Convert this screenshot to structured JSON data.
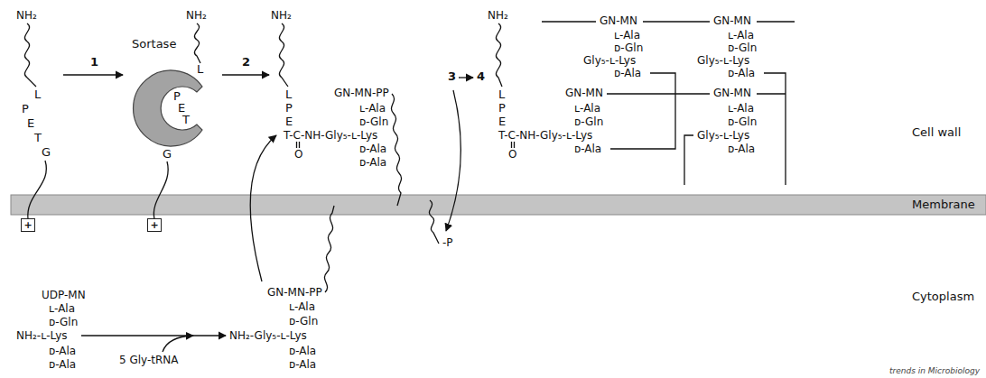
{
  "diagram": {
    "nodes": [
      {
        "text": [
          "+"
        ]
      },
      {
        "text": [
          "+"
        ]
      }
    ],
    "labels": [
      "NH₂",
      "L",
      "P",
      "E",
      "T",
      "G",
      "1",
      "Sortase",
      "NH₂",
      "L",
      "P",
      "E",
      "T",
      "G",
      "2",
      "NH₂",
      "L",
      "P",
      "E",
      "T-C-NH-Gly₅-ʟ-Lys",
      "O",
      "GN-MN-PP",
      "ʟ-Ala",
      "ᴅ-Gln",
      "ᴅ-Ala",
      "ᴅ-Ala",
      "3",
      "4",
      "-P",
      "NH₂",
      "L",
      "P",
      "E",
      "T-C-NH-Gly₅-ʟ-Lys",
      "O",
      "GN-MN",
      "GN-MN",
      "ʟ-Ala",
      "ᴅ-Gln",
      "Gly₅-ʟ-Lys",
      "ᴅ-Ala",
      "ʟ-Ala",
      "ᴅ-Gln",
      "Gly₅-ʟ-Lys",
      "ᴅ-Ala",
      "GN-MN",
      "GN-MN",
      "ʟ-Ala",
      "ᴅ-Gln",
      "ᴅ-Ala",
      "ʟ-Ala",
      "ᴅ-Gln",
      "Gly₅-ʟ-Lys",
      "ᴅ-Ala",
      "Cell wall",
      "Membrane",
      "Cytoplasm",
      "UDP-MN",
      "ʟ-Ala",
      "ᴅ-Gln",
      "NH₂-ʟ-Lys",
      "ᴅ-Ala",
      "ᴅ-Ala",
      "5 Gly-tRNA",
      "GN-MN-PP",
      "ʟ-Ala",
      "ᴅ-Gln",
      "NH₂-Gly₅-ʟ-Lys",
      "ᴅ-Ala",
      "ᴅ-Ala",
      "trends in Microbiology"
    ]
  }
}
